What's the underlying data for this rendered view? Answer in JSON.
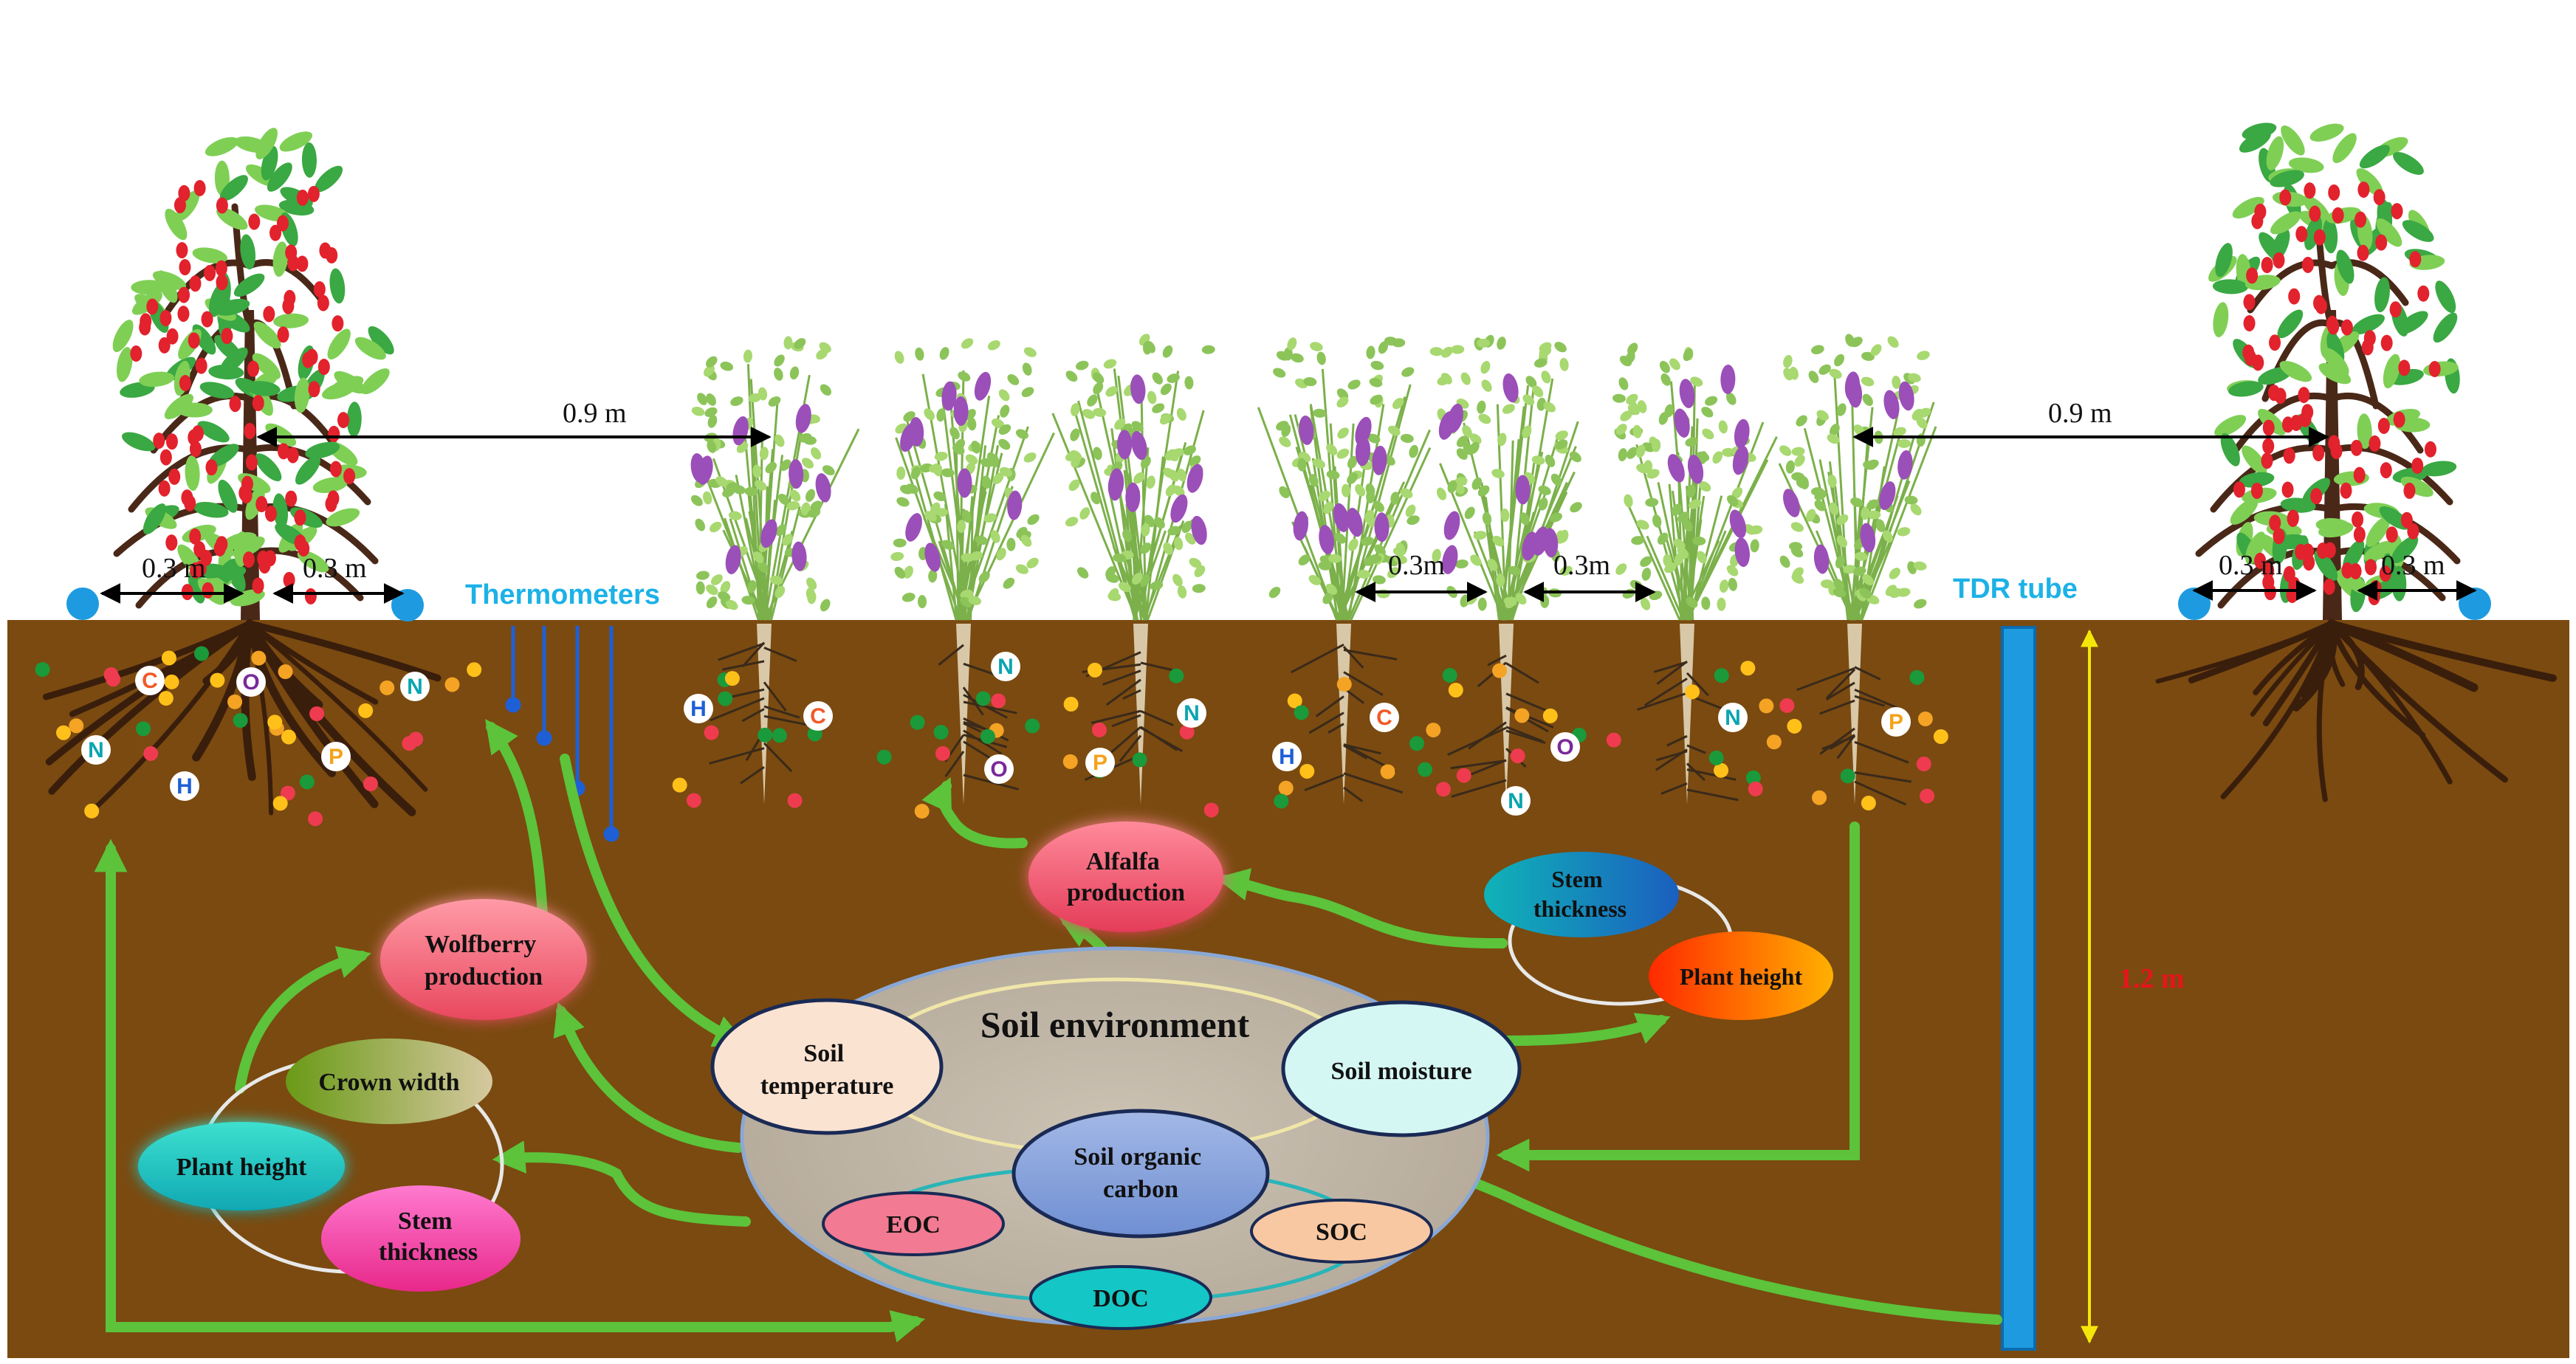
{
  "dimensions": {
    "left_tree_to_alfalfa": "0.9 m",
    "right_tree_to_alfalfa": "0.9 m",
    "left_tree_left": "0.3 m",
    "left_tree_right": "0.3 m",
    "alfalfa_spacing_1": "0.3m",
    "alfalfa_spacing_2": "0.3m",
    "right_tree_left": "0.3 m",
    "right_tree_right": "0.3 m",
    "depth": "1.2 m"
  },
  "labels": {
    "thermometers": "Thermometers",
    "tdr_tube": "TDR tube"
  },
  "nutrients": [
    "C",
    "O",
    "N",
    "H",
    "P"
  ],
  "nodes": {
    "soil_environment": "Soil environment",
    "soil_temperature": [
      "Soil",
      "temperature"
    ],
    "soil_moisture": "Soil moisture",
    "soil_organic_carbon": [
      "Soil organic",
      "carbon"
    ],
    "eoc": "EOC",
    "soc": "SOC",
    "doc": "DOC",
    "wolfberry_production": [
      "Wolfberry",
      "production"
    ],
    "crown_width": "Crown width",
    "plant_height_left": "Plant height",
    "stem_thickness_left": [
      "Stem",
      "thickness"
    ],
    "alfalfa_production": [
      "Alfalfa",
      "production"
    ],
    "stem_thickness_right": [
      "Stem",
      "thickness"
    ],
    "plant_height_right": "Plant height"
  },
  "colors": {
    "soil": "#7a4a10",
    "arrow": "#5cc33a",
    "tdr": "#1e9be0",
    "depth_arrow": "#f5e60a",
    "depth_label": "#e8141c",
    "root": "#3a1e0c"
  }
}
